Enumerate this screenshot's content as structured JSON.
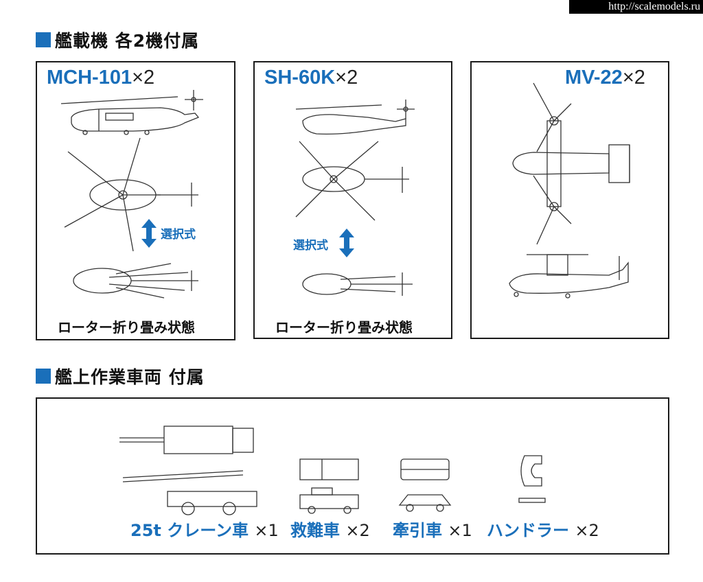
{
  "watermark": "http://scalemodels.ru",
  "section1": {
    "title": "艦載機 各2機付属"
  },
  "aircraft": [
    {
      "name": "MCH-101",
      "qty": "×2",
      "selection": "選択式",
      "caption": "ローター折り畳み状態"
    },
    {
      "name": "SH-60K",
      "qty": "×2",
      "selection": "選択式",
      "caption": "ローター折り畳み状態"
    },
    {
      "name": "MV-22",
      "qty": "×2"
    }
  ],
  "section2": {
    "title": "艦上作業車両 付属"
  },
  "vehicles": [
    {
      "name": "25t クレーン車",
      "qty": "×1"
    },
    {
      "name": "救難車",
      "qty": "×2"
    },
    {
      "name": "牽引車",
      "qty": "×1"
    },
    {
      "name": "ハンドラー",
      "qty": "×2"
    }
  ],
  "colors": {
    "accent": "#1a6fba",
    "border": "#1a1a1a"
  },
  "icons": [
    "double-arrow-icon"
  ]
}
